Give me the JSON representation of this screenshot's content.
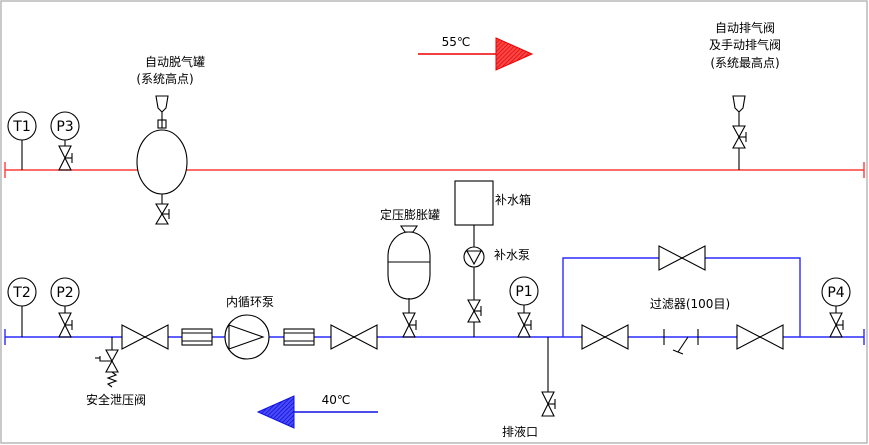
{
  "labels": {
    "degas_tank": "自动脱气罐",
    "degas_tank_note": "(系统高点)",
    "vent_valve_line1": "自动排气阀",
    "vent_valve_line2": "及手动排气阀",
    "vent_valve_note": "(系统最高点)",
    "expansion_tank": "定压膨胀罐",
    "makeup_tank": "补水箱",
    "makeup_pump": "补水泵",
    "circ_pump": "内循环泵",
    "filter": "过滤器(100目)",
    "relief_valve": "安全泄压阀",
    "drain": "排液口"
  },
  "gauges": {
    "t1": "T1",
    "p3": "P3",
    "t2": "T2",
    "p2": "P2",
    "p1": "P1",
    "p4": "P4"
  },
  "flow": {
    "supply_temp": "55℃",
    "return_temp": "40℃"
  },
  "colors": {
    "supply_line": "#ff3b3b",
    "return_line": "#2b2bff",
    "supply_arrow": "#ee0000",
    "return_arrow": "#1010dd",
    "symbols": "#000000"
  }
}
